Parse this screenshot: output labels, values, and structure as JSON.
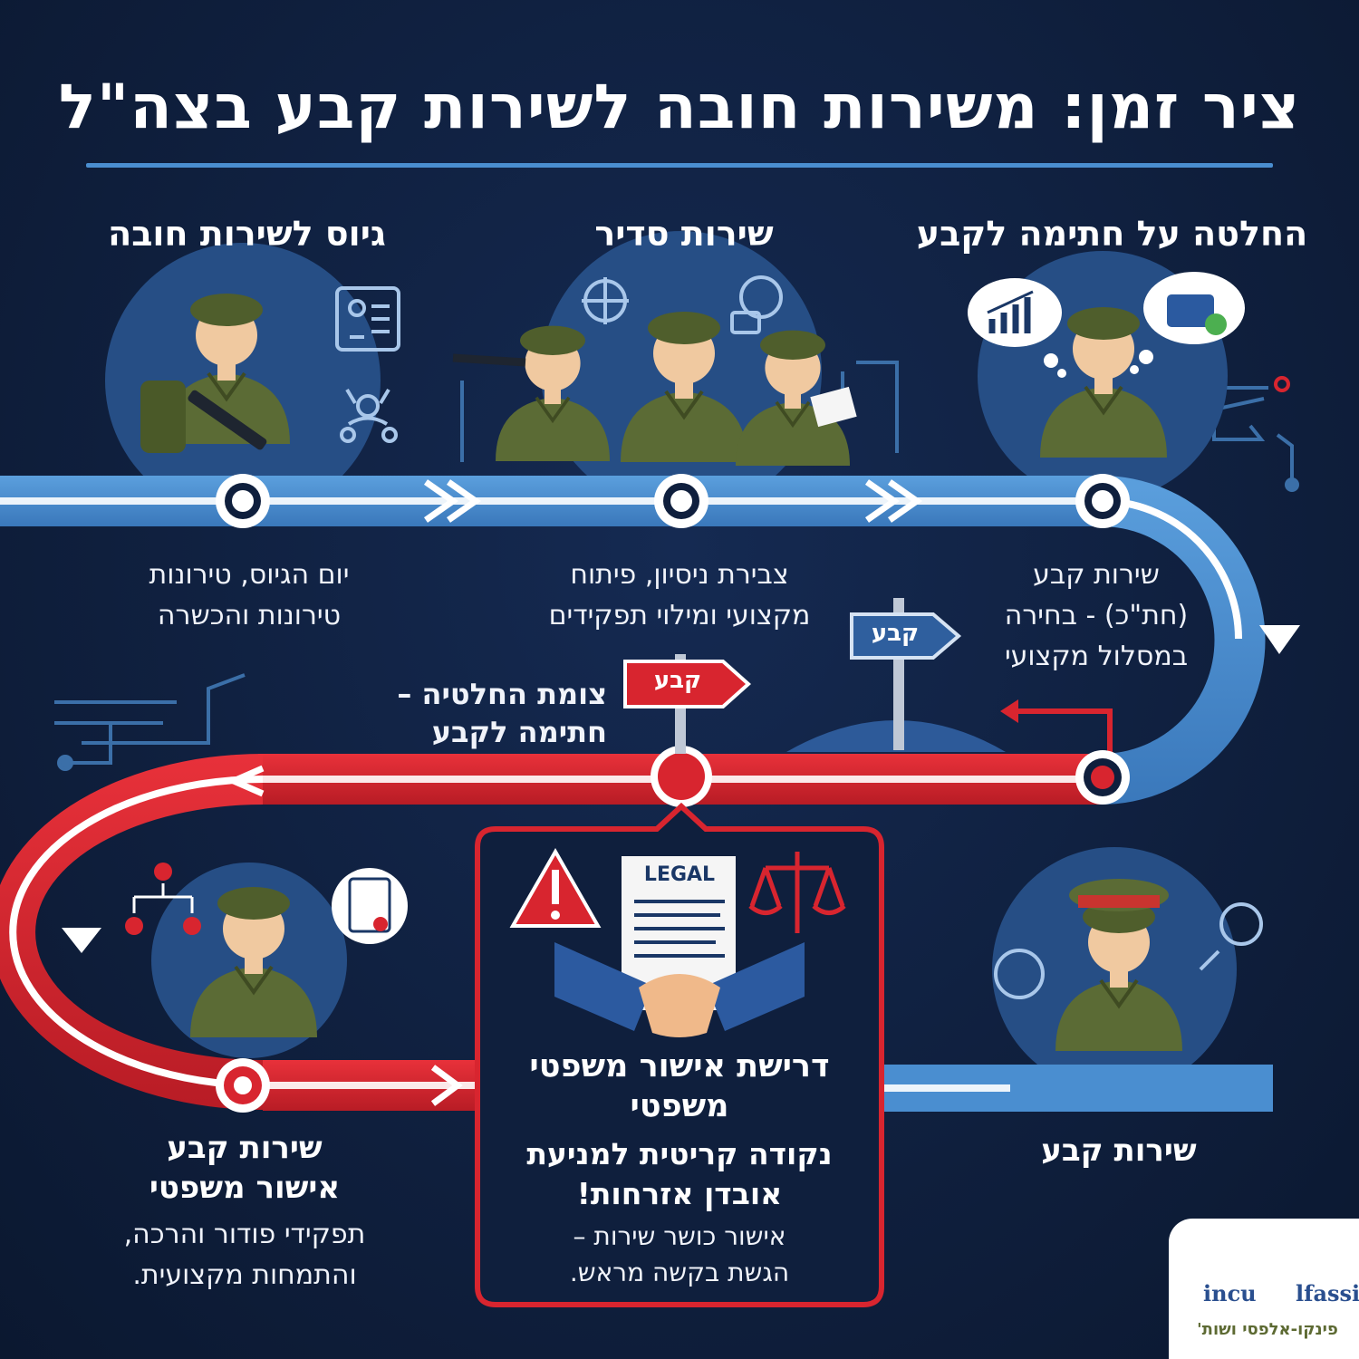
{
  "title": "ציר זמן: משירות חובה לשירות קבע בצה\"ל",
  "stages": {
    "s1": {
      "title": "גיוס לשירות חובה",
      "desc": [
        "יום הגיוס, טירונות",
        "טירונות והכשרה"
      ]
    },
    "s2": {
      "title": "שירות סדיר",
      "desc": [
        "צבירת ניסיון, פיתוח",
        "מקצועי ומילוי תפקידים"
      ]
    },
    "s3": {
      "title": "החלטה על חתימה לקבע",
      "desc": [
        "שירות קבע",
        "(חת\"כ) - בחירה",
        "במסלול מקצועי"
      ]
    }
  },
  "signs": {
    "blue": "קבע",
    "red": "קבע"
  },
  "junction": {
    "line1": "צומת החלטיה –",
    "line2": "חתימה לקבע"
  },
  "legal_card": {
    "doc_label": "LEGAL",
    "title_lines": [
      "דרישת אישור משפטי",
      "משפטי"
    ],
    "critical_lines": [
      "נקודה קריטית למניעת",
      "אובדן אזרחות!"
    ],
    "note_lines": [
      "אישור כושר שירות –",
      "הגשת בקשה מראש."
    ]
  },
  "left_stage": {
    "title_lines": [
      "שירות קבע",
      "אישור משפטי"
    ],
    "desc_lines": [
      "תפקידי פודור והרכה,",
      "והתמחות מקצועית."
    ]
  },
  "right_stage": {
    "title": "שירות קבע"
  },
  "logo": {
    "word_left": "incu",
    "word_right": "lfassi",
    "subtitle": "פינקו-אלפסי ושות'"
  },
  "colors": {
    "background": "#0f1f3d",
    "blue_lane": "#4a8ed0",
    "red_lane": "#d8252f",
    "olive": "#5b6b35",
    "white": "#ffffff"
  }
}
